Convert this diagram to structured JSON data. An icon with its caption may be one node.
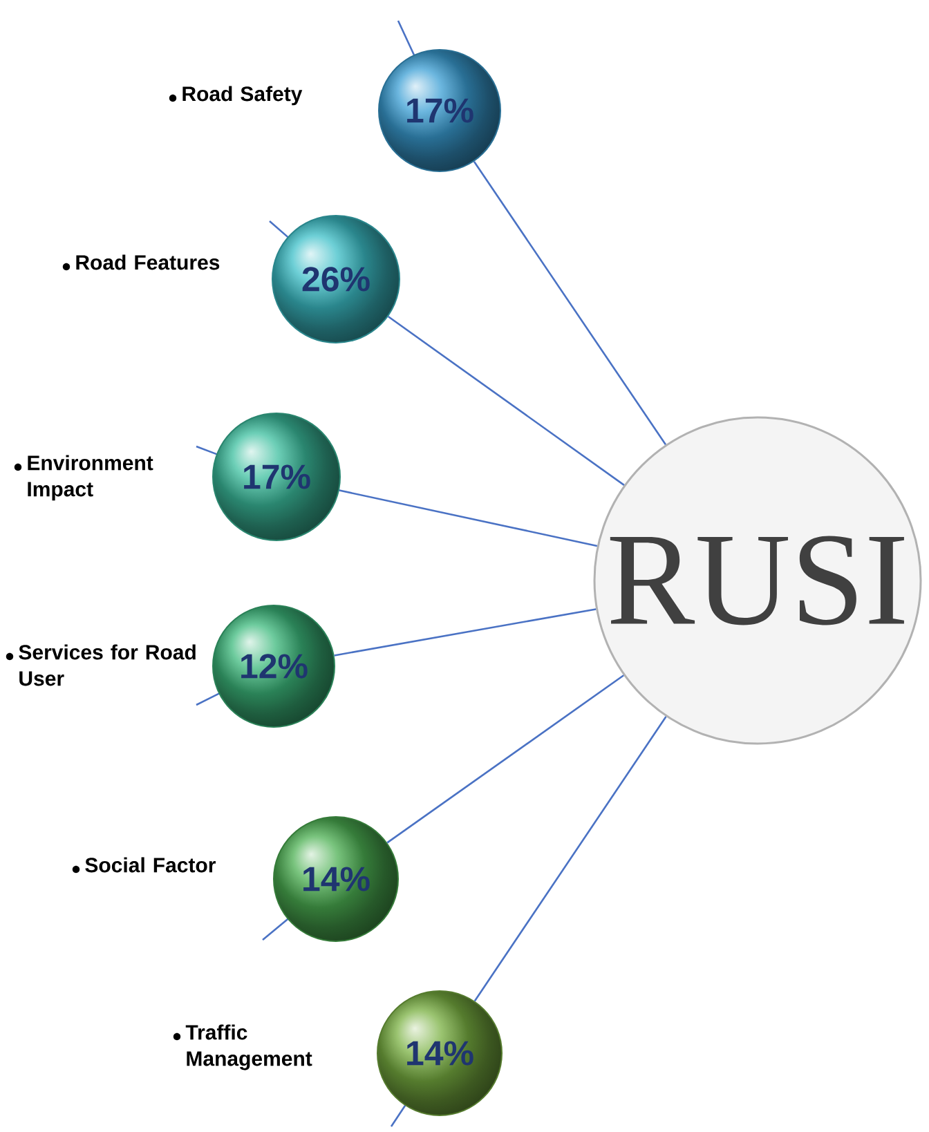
{
  "diagram": {
    "nodes": [
      {
        "text": [
          "RUSI"
        ]
      },
      {
        "text": [
          "17%"
        ],
        "beside": [
          "Road Safety"
        ]
      },
      {
        "text": [
          "26%"
        ],
        "beside": [
          "Road Features"
        ]
      },
      {
        "text": [
          "17%"
        ],
        "beside": [
          "Environment Impact"
        ]
      },
      {
        "text": [
          "12%"
        ],
        "beside": [
          "Services for Road User"
        ]
      },
      {
        "text": [
          "14%"
        ],
        "beside": [
          "Social Factor"
        ]
      },
      {
        "text": [
          "14%"
        ],
        "beside": [
          "Traffic Management"
        ]
      }
    ],
    "edges": [
      {
        "from": 1,
        "to": 0,
        "arrow": "none"
      },
      {
        "from": 2,
        "to": 0,
        "arrow": "none"
      },
      {
        "from": 3,
        "to": 0,
        "arrow": "none"
      },
      {
        "from": 4,
        "to": 0,
        "arrow": "none"
      },
      {
        "from": 5,
        "to": 0,
        "arrow": "none"
      },
      {
        "from": 6,
        "to": 0,
        "arrow": "none"
      }
    ]
  }
}
